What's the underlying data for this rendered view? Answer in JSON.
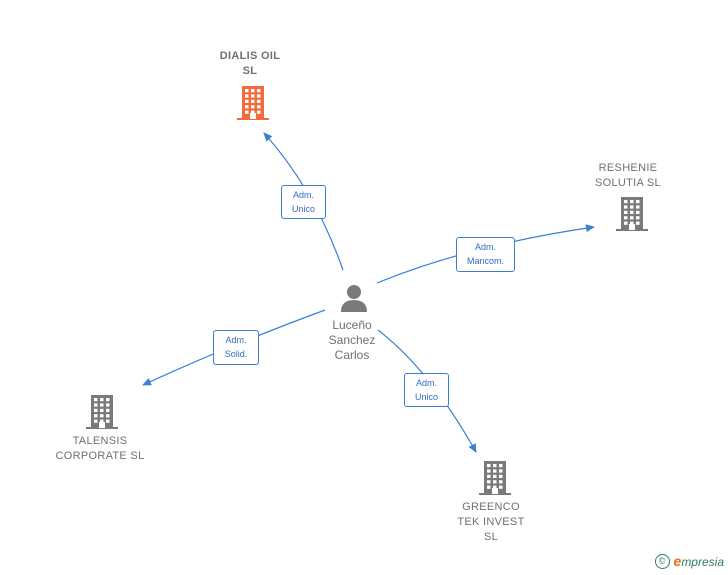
{
  "center": {
    "name": "Luceño\nSanchez\nCarlos",
    "icon": "person-icon"
  },
  "companies": [
    {
      "id": "dialis",
      "name": "DIALIS OIL\nSL",
      "color": "#f26b3a",
      "icon": "building-icon",
      "highlight": true
    },
    {
      "id": "reshenie",
      "name": "RESHENIE\nSOLUTIA  SL",
      "color": "#7a7a7a",
      "icon": "building-icon",
      "highlight": false
    },
    {
      "id": "talensis",
      "name": "TALENSIS\nCORPORATE SL",
      "color": "#7a7a7a",
      "icon": "building-icon",
      "highlight": false
    },
    {
      "id": "greenco",
      "name": "GREENCO\nTEK INVEST\nSL",
      "color": "#7a7a7a",
      "icon": "building-icon",
      "highlight": false
    }
  ],
  "relations": [
    {
      "to": "dialis",
      "label": "Adm.\nUnico"
    },
    {
      "to": "reshenie",
      "label": "Adm.\nMancom."
    },
    {
      "to": "talensis",
      "label": "Adm.\nSolid."
    },
    {
      "to": "greenco",
      "label": "Adm.\nUnico"
    }
  ],
  "colors": {
    "edge": "#3a7fd5",
    "person": "#7a7a7a"
  },
  "footer": {
    "copyright_symbol": "©",
    "brand_initial": "e",
    "brand_rest": "mpresia"
  }
}
